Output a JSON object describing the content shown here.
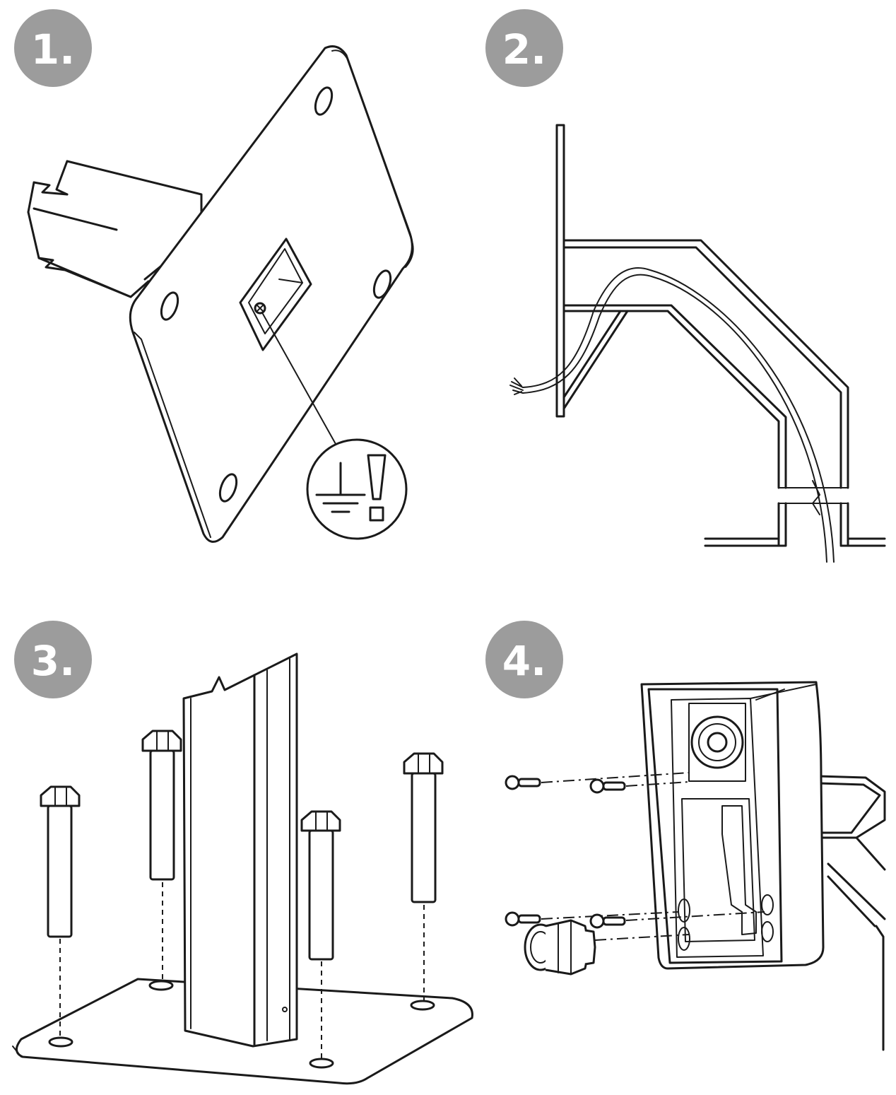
{
  "steps": [
    {
      "label": "1."
    },
    {
      "label": "2."
    },
    {
      "label": "3."
    },
    {
      "label": "4."
    }
  ],
  "icons": {
    "panel1": [
      "ground-symbol-icon",
      "warning-exclamation-icon"
    ]
  },
  "colors": {
    "badge": "#9c9c9c",
    "line": "#1a1a1a",
    "background": "#ffffff"
  }
}
